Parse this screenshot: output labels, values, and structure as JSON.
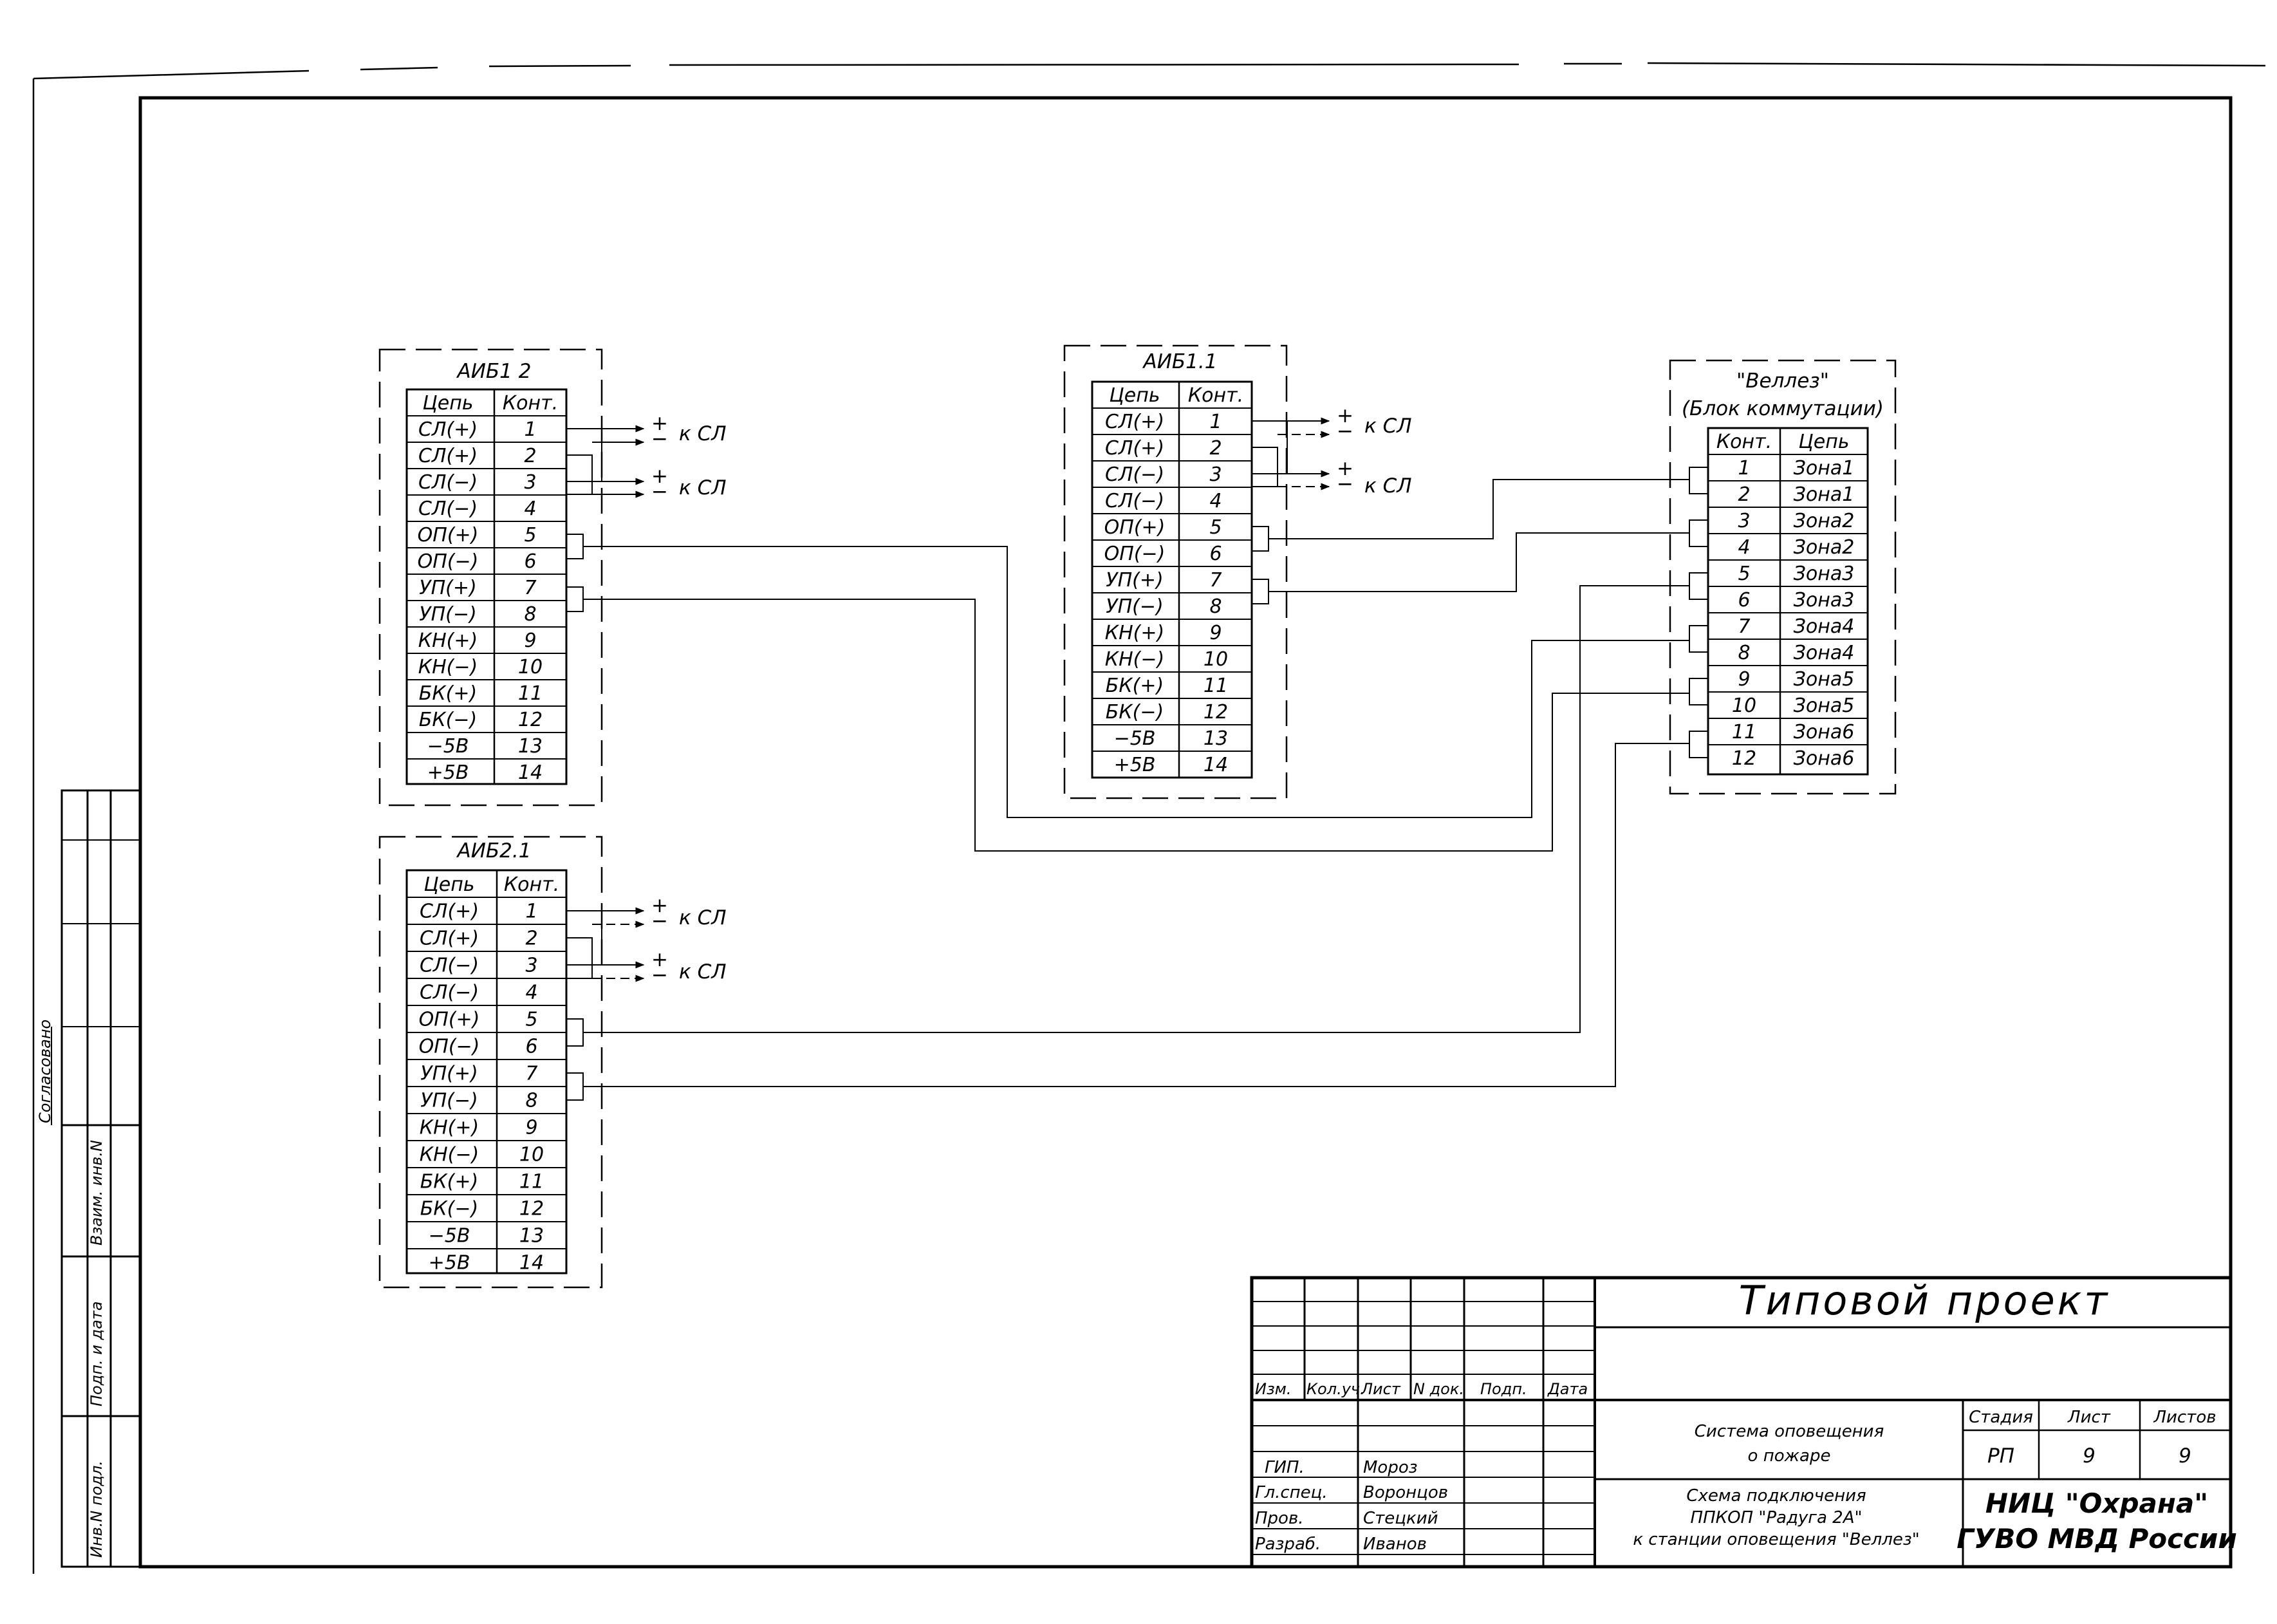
{
  "blocks": [
    {
      "id": "aib12",
      "title": "АИБ1 2",
      "header": [
        "Цепь",
        "Конт."
      ],
      "rows": [
        [
          "СЛ(+)",
          "1"
        ],
        [
          "СЛ(+)",
          "2"
        ],
        [
          "СЛ(−)",
          "3"
        ],
        [
          "СЛ(−)",
          "4"
        ],
        [
          "ОП(+)",
          "5"
        ],
        [
          "ОП(−)",
          "6"
        ],
        [
          "УП(+)",
          "7"
        ],
        [
          "УП(−)",
          "8"
        ],
        [
          "КН(+)",
          "9"
        ],
        [
          "КН(−)",
          "10"
        ],
        [
          "БК(+)",
          "11"
        ],
        [
          "БК(−)",
          "12"
        ],
        [
          "−5В",
          "13"
        ],
        [
          "+5В",
          "14"
        ]
      ]
    },
    {
      "id": "aib11",
      "title": "АИБ1.1",
      "header": [
        "Цепь",
        "Конт."
      ],
      "rows": [
        [
          "СЛ(+)",
          "1"
        ],
        [
          "СЛ(+)",
          "2"
        ],
        [
          "СЛ(−)",
          "3"
        ],
        [
          "СЛ(−)",
          "4"
        ],
        [
          "ОП(+)",
          "5"
        ],
        [
          "ОП(−)",
          "6"
        ],
        [
          "УП(+)",
          "7"
        ],
        [
          "УП(−)",
          "8"
        ],
        [
          "КН(+)",
          "9"
        ],
        [
          "КН(−)",
          "10"
        ],
        [
          "БК(+)",
          "11"
        ],
        [
          "БК(−)",
          "12"
        ],
        [
          "−5В",
          "13"
        ],
        [
          "+5В",
          "14"
        ]
      ]
    },
    {
      "id": "aib21",
      "title": "АИБ2.1",
      "header": [
        "Цепь",
        "Конт."
      ],
      "rows": [
        [
          "СЛ(+)",
          "1"
        ],
        [
          "СЛ(+)",
          "2"
        ],
        [
          "СЛ(−)",
          "3"
        ],
        [
          "СЛ(−)",
          "4"
        ],
        [
          "ОП(+)",
          "5"
        ],
        [
          "ОП(−)",
          "6"
        ],
        [
          "УП(+)",
          "7"
        ],
        [
          "УП(−)",
          "8"
        ],
        [
          "КН(+)",
          "9"
        ],
        [
          "КН(−)",
          "10"
        ],
        [
          "БК(+)",
          "11"
        ],
        [
          "БК(−)",
          "12"
        ],
        [
          "−5В",
          "13"
        ],
        [
          "+5В",
          "14"
        ]
      ]
    },
    {
      "id": "velles",
      "title": "\"Веллез\"",
      "subtitle": "(Блок коммутации)",
      "header": [
        "Конт.",
        "Цепь"
      ],
      "rows": [
        [
          "1",
          "Зона1"
        ],
        [
          "2",
          "Зона1"
        ],
        [
          "3",
          "Зона2"
        ],
        [
          "4",
          "Зона2"
        ],
        [
          "5",
          "Зона3"
        ],
        [
          "6",
          "Зона3"
        ],
        [
          "7",
          "Зона4"
        ],
        [
          "8",
          "Зона4"
        ],
        [
          "9",
          "Зона5"
        ],
        [
          "10",
          "Зона5"
        ],
        [
          "11",
          "Зона6"
        ],
        [
          "12",
          "Зона6"
        ]
      ]
    }
  ],
  "outputs": {
    "plus": "+",
    "minus": "−",
    "label": "к СЛ"
  },
  "title_block": {
    "project_title": "Типовой проект",
    "col_headers": [
      "Изм.",
      "Кол.уч.",
      "Лист",
      "N док.",
      "Подп.",
      "Дата"
    ],
    "roles": [
      {
        "role": "ГИП.",
        "name": "Мороз"
      },
      {
        "role": "Гл.спец.",
        "name": "Воронцов"
      },
      {
        "role": "Пров.",
        "name": "Стецкий"
      },
      {
        "role": "Разраб.",
        "name": "Иванов"
      }
    ],
    "system_line1": "Система   оповещения",
    "system_line2": "о пожаре",
    "drawing_line1": "Схема подключения",
    "drawing_line2": "ППКОП \"Радуга 2А\"",
    "drawing_line3": "к станции оповещения \"Веллез\"",
    "stage_label": "Стадия",
    "sheet_label": "Лист",
    "sheets_label": "Листов",
    "stage_value": "РП",
    "sheet_value": "9",
    "sheets_value": "9",
    "org_line1": "НИЦ  \"Охрана\"",
    "org_line2": "ГУВО  МВД  России"
  },
  "side_stamps": {
    "agreed": "Согласовано",
    "interchange": "Взаим. инв.N",
    "sign_date": "Подп. и дата",
    "original": "Инв.N подл."
  }
}
